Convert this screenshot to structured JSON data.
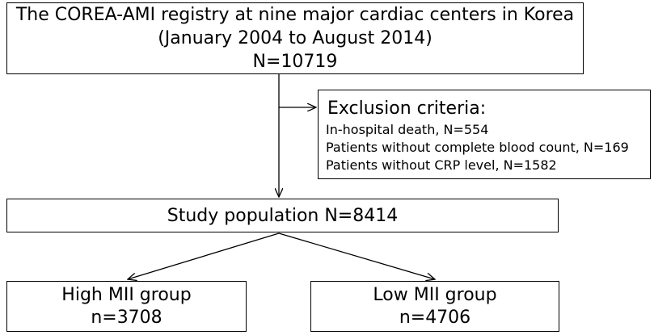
{
  "registry": {
    "line1": "The COREA-AMI registry at nine major cardiac centers in Korea",
    "line2": "(January 2004 to August 2014)",
    "line3": "N=10719"
  },
  "exclusion": {
    "title": "Exclusion criteria:",
    "items": [
      "In-hospital death, N=554",
      "Patients without complete blood count, N=169",
      "Patients without CRP level, N=1582"
    ]
  },
  "study": {
    "label": "Study population N=8414"
  },
  "high_group": {
    "line1": "High MII group",
    "line2": "n=3708"
  },
  "low_group": {
    "line1": "Low MII group",
    "line2": "n=4706"
  }
}
